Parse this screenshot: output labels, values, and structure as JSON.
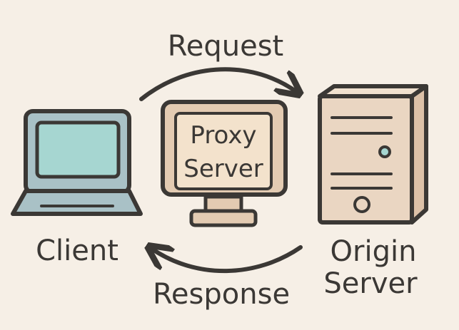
{
  "diagram": {
    "top_arrow_label": "Request",
    "bottom_arrow_label": "Response",
    "client_label": "Client",
    "proxy_label_line1": "Proxy",
    "proxy_label_line2": "Server",
    "origin_label_line1": "Origin",
    "origin_label_line2": "Server"
  },
  "colors": {
    "background": "#f6efe6",
    "outline": "#3b3835",
    "laptop_body": "#a9c1c6",
    "laptop_screen": "#a6d6d1",
    "proxy_monitor": "#e3cbb2",
    "proxy_screen": "#f3e2cc",
    "server_front": "#ead6c2",
    "server_side": "#dcc1a8",
    "server_led": "#a6d6d1"
  }
}
